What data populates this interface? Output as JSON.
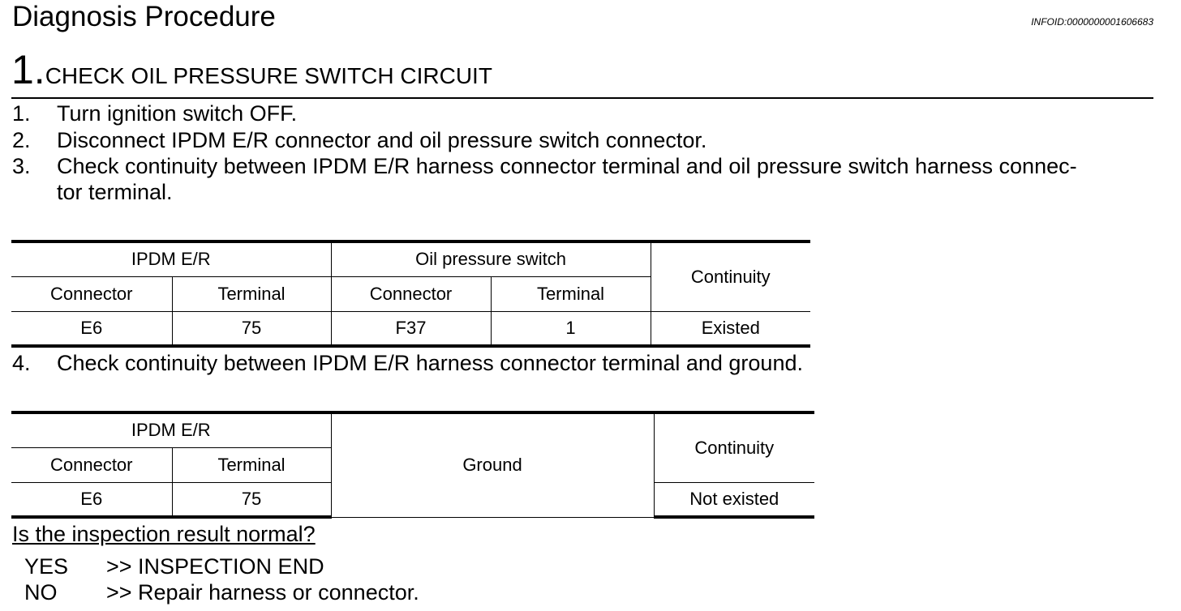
{
  "header": {
    "title": "Diagnosis Procedure",
    "info_id": "INFOID:0000000001606683"
  },
  "step": {
    "number": "1.",
    "title": "CHECK OIL PRESSURE SWITCH CIRCUIT"
  },
  "items": [
    {
      "num": "1.",
      "text": "Turn ignition switch OFF."
    },
    {
      "num": "2.",
      "text": "Disconnect IPDM E/R connector and oil pressure switch connector."
    },
    {
      "num": "3.",
      "text_line1": "Check continuity between IPDM E/R harness connector terminal and oil pressure switch harness connec-",
      "text_line2": "tor terminal."
    },
    {
      "num": "4.",
      "text": "Check continuity between IPDM E/R harness connector terminal and ground."
    }
  ],
  "table1": {
    "group1": "IPDM E/R",
    "group2": "Oil pressure switch",
    "continuity_header": "Continuity",
    "connector_label": "Connector",
    "terminal_label": "Terminal",
    "row": {
      "ipdm_connector": "E6",
      "ipdm_terminal": "75",
      "switch_connector": "F37",
      "switch_terminal": "1",
      "continuity": "Existed"
    }
  },
  "table2": {
    "group1": "IPDM E/R",
    "ground_label": "Ground",
    "continuity_header": "Continuity",
    "connector_label": "Connector",
    "terminal_label": "Terminal",
    "row": {
      "ipdm_connector": "E6",
      "ipdm_terminal": "75",
      "continuity": "Not existed"
    }
  },
  "question": "Is the inspection result normal?",
  "answers": [
    {
      "key": "YES",
      "value": ">> INSPECTION END"
    },
    {
      "key": "NO",
      "value": ">> Repair harness or connector."
    }
  ]
}
